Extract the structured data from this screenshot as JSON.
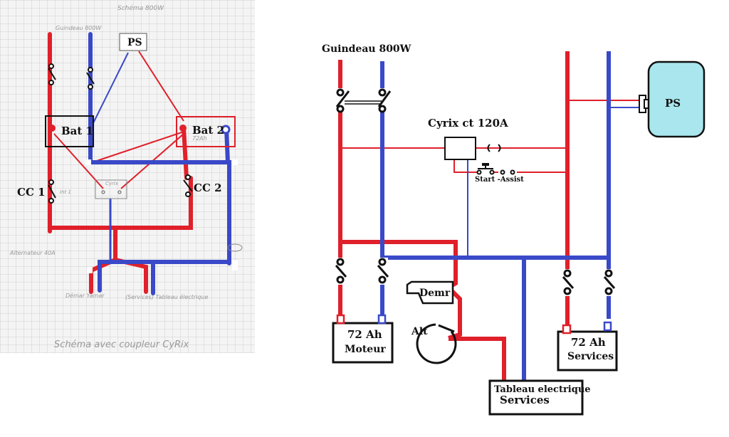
{
  "colors": {
    "positive": "#e0202a",
    "negative": "#3a49c8",
    "ps_fill": "#a9e6ee",
    "grid": "#d0d0d0",
    "paper": "#f3f3f3"
  },
  "sketch": {
    "ps": "PS",
    "bat1": "Bat 1",
    "bat2": "Bat 2",
    "cc1": "CC 1",
    "cc2": "CC 2",
    "guindeau_note": "Guindeau 800W",
    "schema_note": "Schéma 800W",
    "bat2_note": "72Ah",
    "alt_note": "Alternateur 40A",
    "cyrix_note": "Cyrix",
    "int_note": "Int 1",
    "demar_note": "Démar Yamar",
    "tableau_note": "(Services) Tableau électrique",
    "caption": "Schéma avec coupleur CyRix"
  },
  "diagram": {
    "guindeau": "Guindeau  800W",
    "cyrix": "Cyrix ct 120A",
    "start_assist": "Start -Assist",
    "ps": "PS",
    "demr": "Demr",
    "alt": "Alt",
    "bat_moteur_cap": "72 Ah",
    "bat_moteur_name": "Moteur",
    "bat_services_cap": "72 Ah",
    "bat_services_name": "Services",
    "tableau_line1": "Tableau electrique",
    "tableau_line2": "Services"
  }
}
